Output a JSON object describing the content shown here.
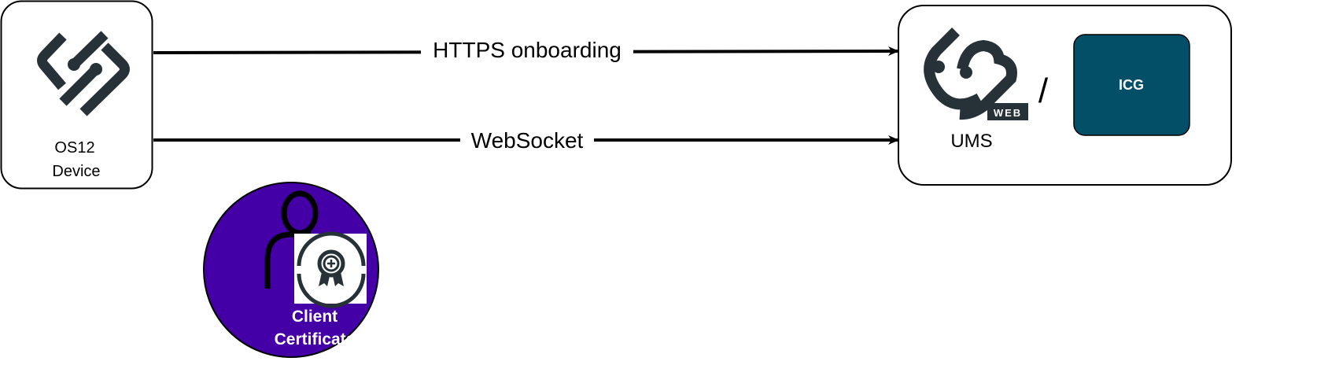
{
  "device": {
    "line1": "OS12",
    "line2": "Device"
  },
  "ums": {
    "label": "UMS",
    "web_badge": "WEB",
    "separator": "/"
  },
  "icg": {
    "label": "ICG"
  },
  "edges": [
    {
      "label": "HTTPS onboarding",
      "from": "OS12 Device",
      "to": "UMS"
    },
    {
      "label": "WebSocket",
      "from": "OS12 Device",
      "to": "UMS"
    }
  ],
  "certificate": {
    "line1": "Client",
    "line2": "Certificate"
  },
  "colors": {
    "icon_dark": "#263238",
    "icg_fill": "#034f68",
    "certificate_fill": "#4400a6",
    "stroke": "#000000"
  }
}
